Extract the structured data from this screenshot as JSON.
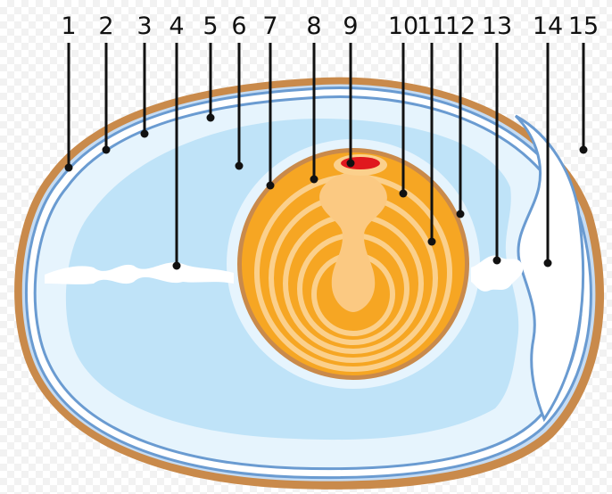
{
  "diagram": {
    "labels": [
      "1",
      "2",
      "3",
      "4",
      "5",
      "6",
      "7",
      "8",
      "9",
      "10",
      "11",
      "12",
      "13",
      "14",
      "15"
    ]
  },
  "colors": {
    "shell": "#c98a4b",
    "membrane": "#6a9bd1",
    "thin_albumen": "#e6f4fd",
    "thick_albumen": "#bfe3f8",
    "chalaza": "#f2f9ff",
    "air_cell": "#ffffff",
    "vitelline": "#c98a4b",
    "yolk_dark": "#f6a623",
    "yolk_light": "#fbd08c",
    "latebra": "#fbc982",
    "germinal_disc": "#e0181e",
    "label_line": "#111111"
  }
}
